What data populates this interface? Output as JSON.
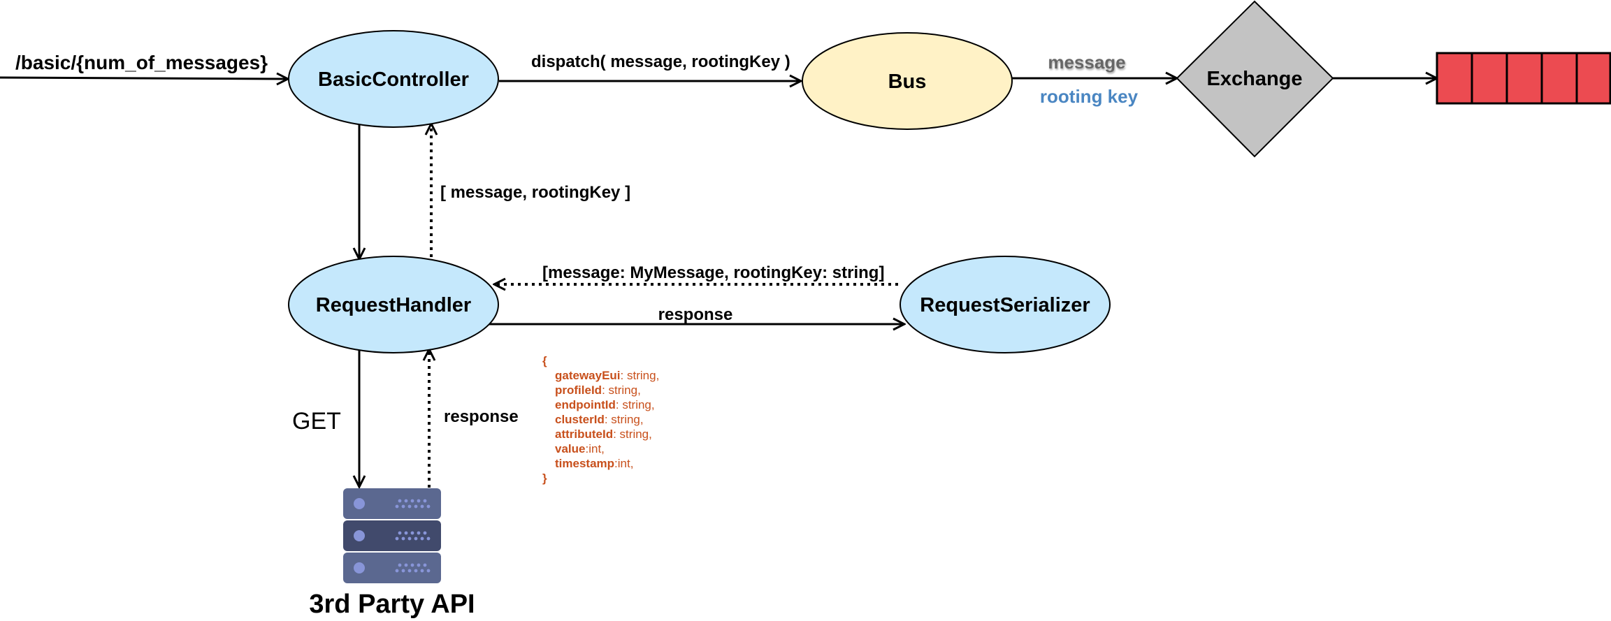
{
  "nodes": {
    "basic_controller": "BasicController",
    "bus": "Bus",
    "exchange": "Exchange",
    "request_handler": "RequestHandler",
    "request_serializer": "RequestSerializer",
    "third_party_api": "3rd Party API"
  },
  "edges": {
    "entry_route": "/basic/{num_of_messages}",
    "dispatch": "dispatch( message, rootingKey )",
    "bus_message": "message",
    "bus_routing_key": "rooting key",
    "handler_return": "[  message, rootingKey ]",
    "serializer_return": "[message: MyMessage, rootingKey: string]",
    "handler_to_serializer": "response",
    "get_request": "GET",
    "api_response": "response"
  },
  "response_schema": {
    "open_brace": "{",
    "close_brace": "}",
    "fields": [
      {
        "key": "gatewayEui",
        "type": ": string,"
      },
      {
        "key": "profileId",
        "type": ": string,"
      },
      {
        "key": "endpointId",
        "type": ": string,"
      },
      {
        "key": "clusterId",
        "type": ": string,"
      },
      {
        "key": "attributeId",
        "type": ": string,"
      },
      {
        "key": "value",
        "type": ":int,"
      },
      {
        "key": "timestamp",
        "type": ":int,"
      }
    ]
  },
  "colors": {
    "component_fill": "#c5e8fc",
    "bus_fill": "#fff2c6",
    "exchange_fill": "#c3c3c3",
    "queue_fill": "#ec4b51",
    "server_top": "#5b6890",
    "server_mid": "#414a6c",
    "server_dots": "#8895d8",
    "routing_key_text": "#4a86c2",
    "message_text": "#666666",
    "schema_text": "#c8501c"
  },
  "icons": {
    "third_party_api": "server-stack-icon",
    "queue": "message-queue-icon"
  }
}
